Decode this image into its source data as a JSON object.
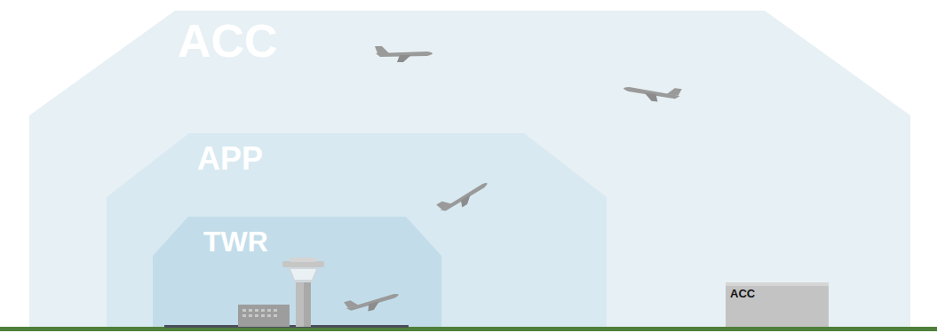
{
  "diagram": {
    "nodes": [
      {
        "text": [
          "ACC"
        ]
      },
      {
        "text": [
          "APP"
        ],
        "in": 0
      },
      {
        "text": [
          "TWR"
        ],
        "in": 1
      },
      {
        "text": [
          "ACC"
        ],
        "in": 0
      }
    ]
  }
}
